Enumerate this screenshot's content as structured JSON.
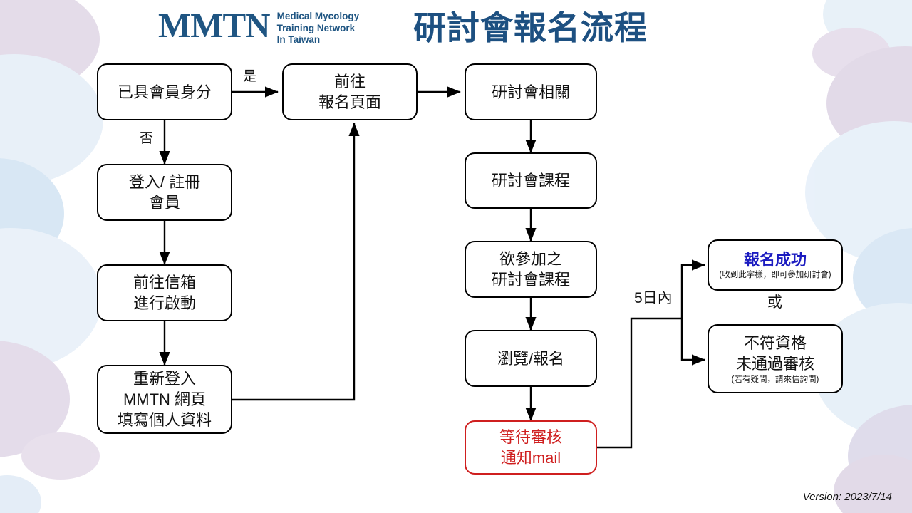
{
  "header": {
    "logo_mark": "MMTN",
    "logo_sub_lines": [
      "Medical Mycology",
      "Training Network",
      "In Taiwan"
    ],
    "title": "研討會報名流程",
    "brand_color": "#1f5582",
    "title_color": "#1d5081"
  },
  "nodes": {
    "has_membership": {
      "lines": [
        "已具會員身分"
      ]
    },
    "goto_signup_page": {
      "lines": [
        "前往",
        "報名頁面"
      ]
    },
    "seminar_related": {
      "lines": [
        "研討會相關"
      ]
    },
    "login_register": {
      "lines": [
        "登入/ 註冊",
        "會員"
      ]
    },
    "seminar_course": {
      "lines": [
        "研討會課程"
      ]
    },
    "goto_mailbox": {
      "lines": [
        "前往信箱",
        "進行啟動"
      ]
    },
    "desired_course": {
      "lines": [
        "欲參加之",
        "研討會課程"
      ]
    },
    "browse_signup": {
      "lines": [
        "瀏覽/報名"
      ]
    },
    "relogin_fill_profile": {
      "lines": [
        "重新登入",
        "MMTN 網頁",
        "填寫個人資料"
      ]
    },
    "await_review": {
      "lines": [
        "等待審核",
        "通知mail"
      ],
      "color": "#cf1f1f"
    },
    "signup_success": {
      "title": "報名成功",
      "sub": "(收到此字樣，即可參加研討會)",
      "color": "#1b1bc0"
    },
    "not_qualified": {
      "lines": [
        "不符資格",
        "未通過審核"
      ],
      "sub": "(若有疑問，請來信詢問)"
    }
  },
  "edge_labels": {
    "yes": "是",
    "no": "否",
    "within_5_days": "5日內",
    "or": "或"
  },
  "footer": {
    "version": "Version: 2023/7/14"
  }
}
